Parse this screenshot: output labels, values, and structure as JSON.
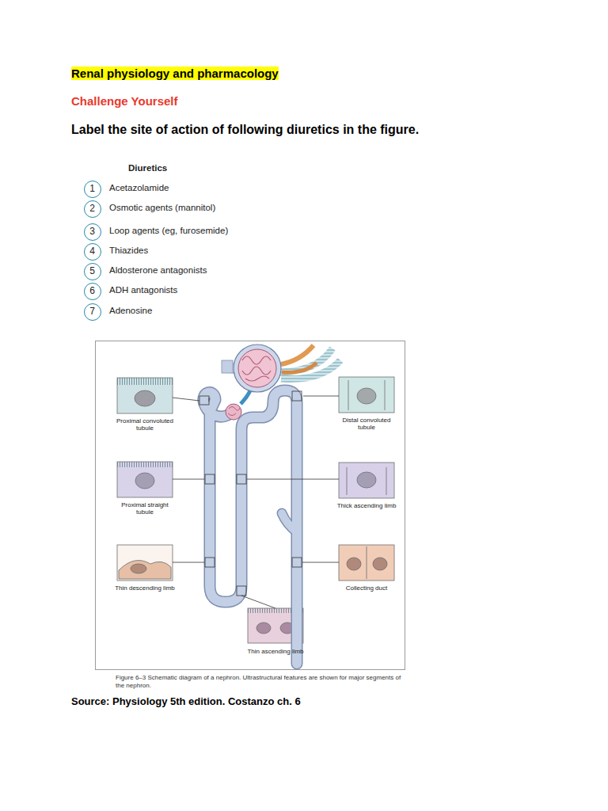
{
  "diagram": {
    "title": "Renal physiology and pharmacology",
    "caption": "Figure 6–3 Schematic diagram of a nephron. Ultrastructural features are shown for major segments of the nephron.",
    "nodes": [
      {
        "text": [
          "1",
          "Acetazolamide"
        ]
      },
      {
        "text": [
          "2",
          "Osmotic agents (mannitol)"
        ]
      },
      {
        "text": [
          "3",
          "Loop agents (eg, furosemide)"
        ]
      },
      {
        "text": [
          "4",
          "Thiazides"
        ]
      },
      {
        "text": [
          "5",
          "Aldosterone antagonists"
        ]
      },
      {
        "text": [
          "6",
          "ADH antagonists"
        ]
      },
      {
        "text": [
          "7",
          "Adenosine"
        ]
      },
      {
        "text": [
          "Proximal convoluted tubule"
        ]
      },
      {
        "text": [
          "Distal convoluted tubule"
        ]
      },
      {
        "text": [
          "Proximal straight tubule"
        ]
      },
      {
        "text": [
          "Thick ascending limb"
        ]
      },
      {
        "text": [
          "Thin descending limb"
        ]
      },
      {
        "text": [
          "Collecting duct"
        ]
      },
      {
        "text": [
          "Thin ascending limb"
        ]
      }
    ],
    "labels": [
      "Challenge Yourself",
      "Label the site of action of following diuretics in the figure.",
      "Diuretics",
      "Source: Physiology 5th edition. Costanzo ch. 6"
    ]
  }
}
